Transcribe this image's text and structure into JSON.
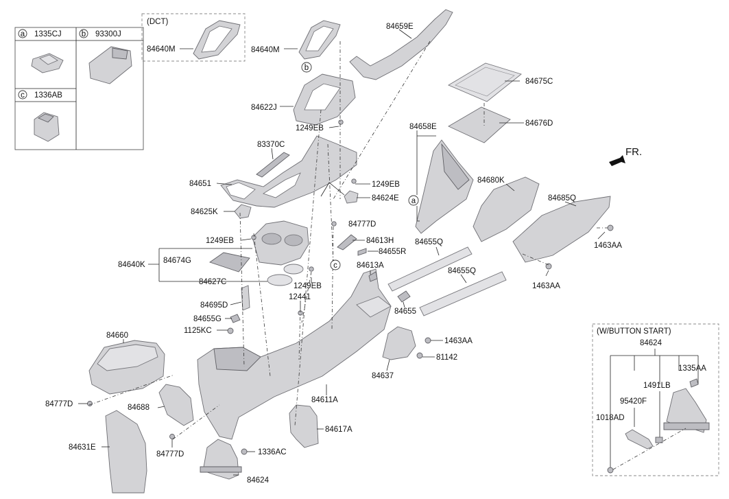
{
  "legend": {
    "a": {
      "letter": "a",
      "part": "1335CJ"
    },
    "b": {
      "letter": "b",
      "part": "93300J"
    },
    "c": {
      "letter": "c",
      "part": "1336AB"
    }
  },
  "dct_box": {
    "title": "(DCT)",
    "part": "84640M"
  },
  "fr_label": "FR.",
  "button_start_box": {
    "title": "(W/BUTTON START)",
    "labels": [
      "84624",
      "1335AA",
      "1491LB",
      "95420F",
      "1018AD"
    ]
  },
  "callouts": {
    "b": "b",
    "a": "a",
    "c": "c"
  },
  "labels": {
    "p84640M": "84640M",
    "p84659E": "84659E",
    "p84622J": "84622J",
    "p84675C": "84675C",
    "p84676D": "84676D",
    "p1249EB_a": "1249EB",
    "p84658E": "84658E",
    "p83370C": "83370C",
    "p84651": "84651",
    "p1249EB_b": "1249EB",
    "p84624E": "84624E",
    "p84680K": "84680K",
    "p84685Q": "84685Q",
    "p84625K": "84625K",
    "p84777D_a": "84777D",
    "p1463AA_a": "1463AA",
    "p1249EB_c": "1249EB",
    "p84613H": "84613H",
    "p84655Q_a": "84655Q",
    "p84655R": "84655R",
    "p84640K": "84640K",
    "p84674G": "84674G",
    "p84613A": "84613A",
    "p84655Q_b": "84655Q",
    "p1463AA_b": "1463AA",
    "p84627C": "84627C",
    "p1249EB_d": "1249EB",
    "p12441": "12441",
    "p84695D": "84695D",
    "p84655": "84655",
    "p84655G": "84655G",
    "p1125KC": "1125KC",
    "p1463AA_c": "1463AA",
    "p84660": "84660",
    "p81142": "81142",
    "p84637": "84637",
    "p84611A": "84611A",
    "p84777D_b": "84777D",
    "p84688": "84688",
    "p84617A": "84617A",
    "p84631E": "84631E",
    "p84777D_c": "84777D",
    "p1336AC": "1336AC",
    "p84624": "84624"
  }
}
